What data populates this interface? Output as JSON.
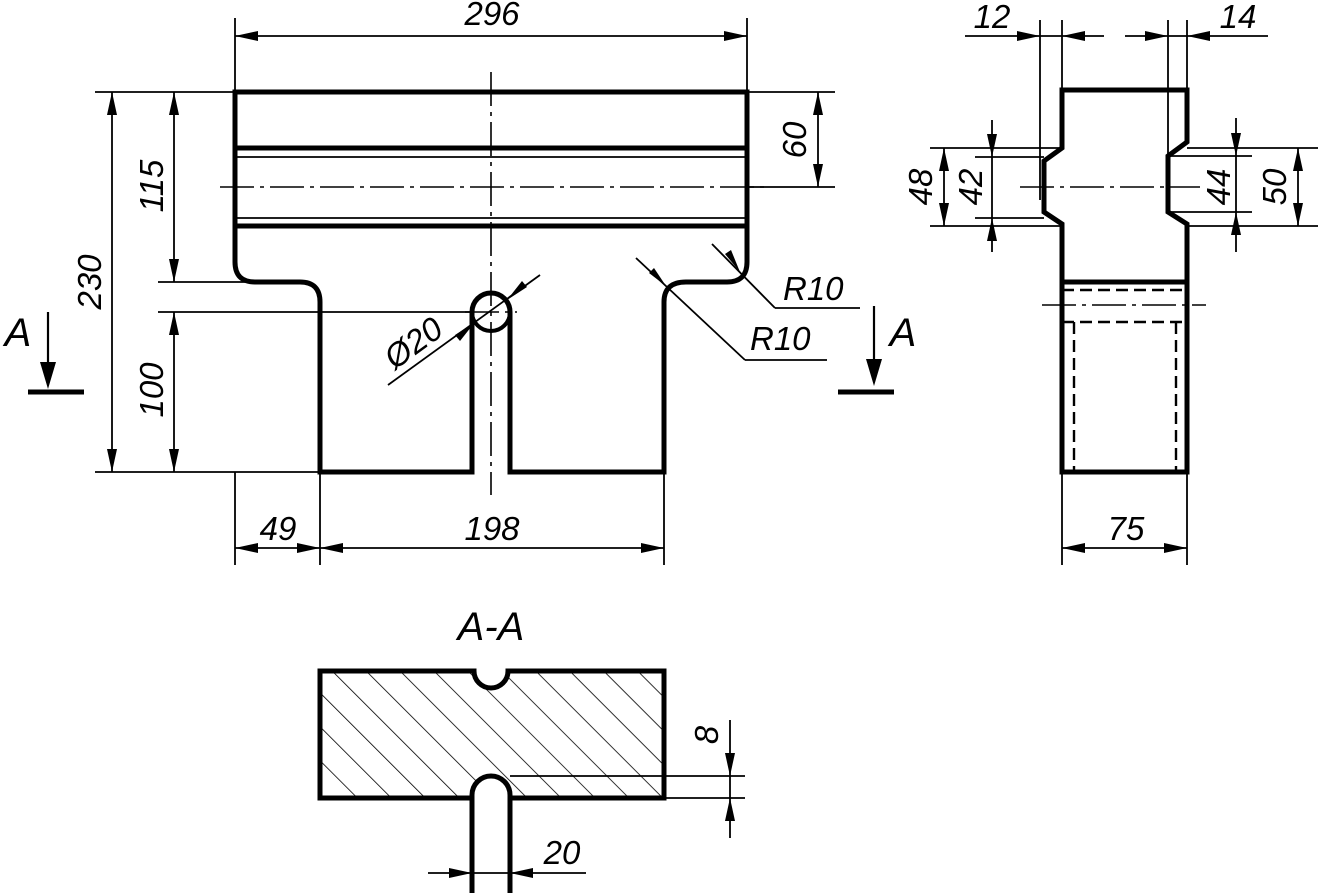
{
  "dimensions": {
    "overall_width": "296",
    "top_band_height": "60",
    "upper_height": "115",
    "overall_height": "230",
    "lower_height": "100",
    "hole_diameter": "Ø20",
    "fillet_radius_right_1": "R10",
    "fillet_radius_right_2": "R10",
    "left_offset": "49",
    "base_width": "198",
    "side_left_step": "12",
    "side_right_step": "14",
    "side_left_outer": "48",
    "side_left_inner": "42",
    "side_right_inner": "44",
    "side_right_outer": "50",
    "side_width": "75",
    "section_depth": "8",
    "section_slot_width": "20"
  },
  "labels": {
    "section_left": "A",
    "section_right": "A",
    "section_title": "A-A"
  }
}
